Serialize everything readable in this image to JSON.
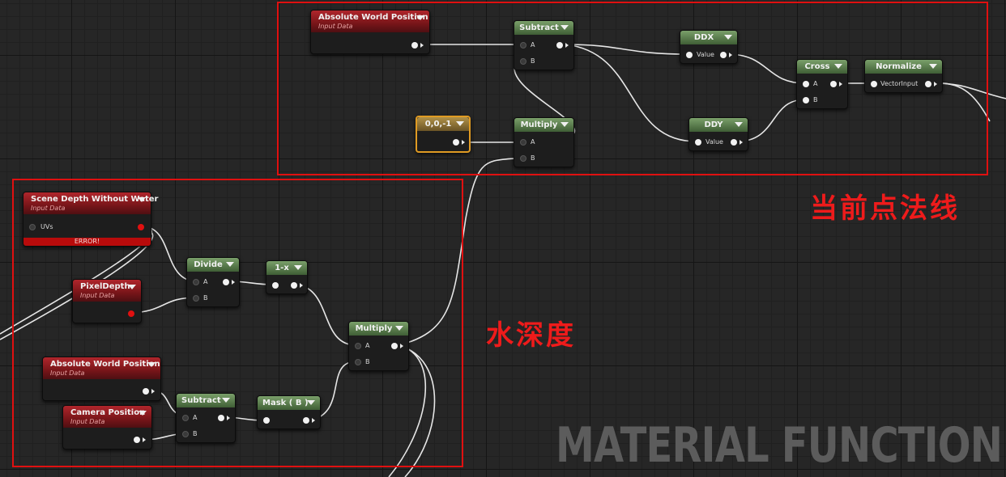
{
  "watermark": "MATERIAL FUNCTION",
  "annotations": {
    "normal": "当前点法线",
    "water_depth": "水深度"
  },
  "nodes": {
    "awp_top": {
      "title": "Absolute World Position",
      "subtitle": "Input Data"
    },
    "subtract_top": {
      "title": "Subtract",
      "pin_a": "A",
      "pin_b": "B"
    },
    "ddx": {
      "title": "DDX",
      "pin": "Value"
    },
    "ddy": {
      "title": "DDY",
      "pin": "Value"
    },
    "cross": {
      "title": "Cross",
      "pin_a": "A",
      "pin_b": "B"
    },
    "normalize": {
      "title": "Normalize",
      "pin": "VectorInput"
    },
    "const": {
      "title": "0,0,-1"
    },
    "multiply_top": {
      "title": "Multiply",
      "pin_a": "A",
      "pin_b": "B"
    },
    "scene_depth": {
      "title": "Scene Depth Without Water",
      "subtitle": "Input Data",
      "pin": "UVs",
      "error": "ERROR!"
    },
    "pixel_depth": {
      "title": "PixelDepth",
      "subtitle": "Input Data"
    },
    "divide": {
      "title": "Divide",
      "pin_a": "A",
      "pin_b": "B"
    },
    "one_minus": {
      "title": "1-x"
    },
    "multiply_bottom": {
      "title": "Multiply",
      "pin_a": "A",
      "pin_b": "B"
    },
    "awp_bottom": {
      "title": "Absolute World Position",
      "subtitle": "Input Data"
    },
    "camera_position": {
      "title": "Camera Position",
      "subtitle": "Input Data"
    },
    "subtract_bottom": {
      "title": "Subtract",
      "pin_a": "A",
      "pin_b": "B"
    },
    "mask": {
      "title": "Mask ( B )"
    }
  },
  "colors": {
    "annotation": "#ee1b1b",
    "wire": "#e8e8e8",
    "selected": "#e09b23",
    "error": "#b80b0b"
  }
}
